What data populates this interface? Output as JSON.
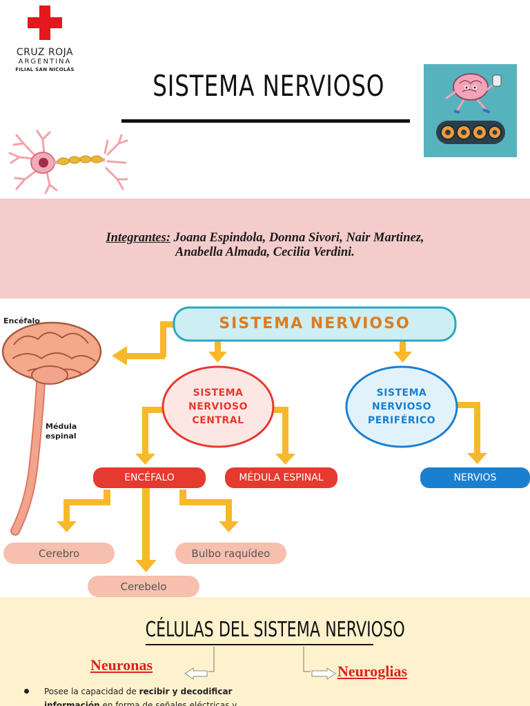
{
  "header": {
    "logo": {
      "line1": "CRUZ ROJA",
      "line2": "ARGENTINA",
      "line3": "FILIAL SAN NICOLÁS",
      "cross_color": "#e3171d"
    },
    "title": "SISTEMA NERVIOSO"
  },
  "members": {
    "label": "Integrantes:",
    "names_line1": " Joana Espindola, Donna Sivori, Nair Martinez,",
    "names_line2": "Anabella Almada, Cecilia Verdini.",
    "band_color": "#f4cccc"
  },
  "diagram": {
    "root": "SISTEMA NERVIOSO",
    "central": {
      "line1": "SISTEMA",
      "line2": "NERVIOSO",
      "line3": "CENTRAL",
      "color": "#e43a2f"
    },
    "peripheral": {
      "line1": "SISTEMA",
      "line2": "NERVIOSO",
      "line3": "PERIFÉRICO",
      "color": "#1b7fcf"
    },
    "encefalo": "ENCÉFALO",
    "medula": "MÉDULA ESPINAL",
    "nervios": "NERVIOS",
    "cerebro": "Cerebro",
    "cerebelo": "Cerebelo",
    "bulbo": "Bulbo raquídeo",
    "anatomy_encefalo": "Encéfalo",
    "anatomy_medula_line1": "Médula",
    "anatomy_medula_line2": "espinal",
    "arrow_color": "#f7b82b"
  },
  "cells": {
    "title": "CÉLULAS DEL SISTEMA NERVIOSO",
    "neuronas": "Neuronas",
    "neuroglias": "Neuroglias",
    "bullet": {
      "t1": "Posee la capacidad de ",
      "b1": "recibir y decodificar",
      "b2": "información",
      "t2": " en forma de señales eléctricas y"
    },
    "band_color": "#fdf2cd"
  }
}
